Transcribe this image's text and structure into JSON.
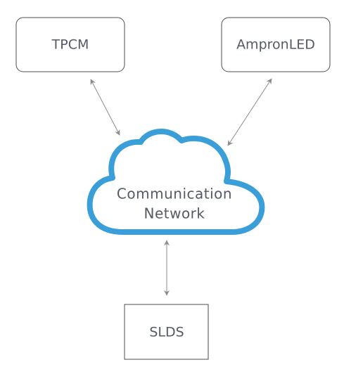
{
  "nodes": {
    "tpcm": {
      "label": "TPCM"
    },
    "ampronled": {
      "label": "AmpronLED"
    },
    "slds": {
      "label": "SLDS"
    },
    "network": {
      "line1": "Communication",
      "line2": "Network"
    }
  },
  "colors": {
    "cloud_stroke": "#3a9fd8",
    "box_stroke": "#4d4d4d",
    "text": "#555a66",
    "arrow": "#8c8c8c"
  },
  "icons": {
    "network": "cloud-icon"
  }
}
